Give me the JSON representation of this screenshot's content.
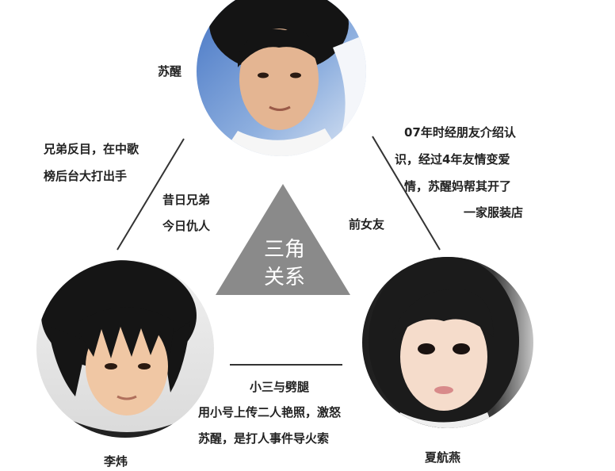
{
  "people": {
    "top": "苏醒",
    "left": "李炜",
    "right": "夏航燕"
  },
  "center": {
    "line1": "三角",
    "line2": "关系",
    "color": "#8a8a8a"
  },
  "links": {
    "top_left": {
      "note_lines": [
        "兄弟反目，在中歌",
        "榜后台大打出手"
      ],
      "relation_lines": [
        "昔日兄弟",
        "今日仇人"
      ]
    },
    "top_right": {
      "relation": "前女友",
      "note_lines": [
        "07年时经朋友介绍认",
        "识，经过4年友情变爱",
        "情，苏醒妈帮其开了",
        "一家服装店"
      ]
    },
    "bottom": {
      "relation": "小三与劈腿",
      "note_lines": [
        "用小号上传二人艳照，激怒",
        "苏醒，是打人事件导火索"
      ]
    }
  }
}
